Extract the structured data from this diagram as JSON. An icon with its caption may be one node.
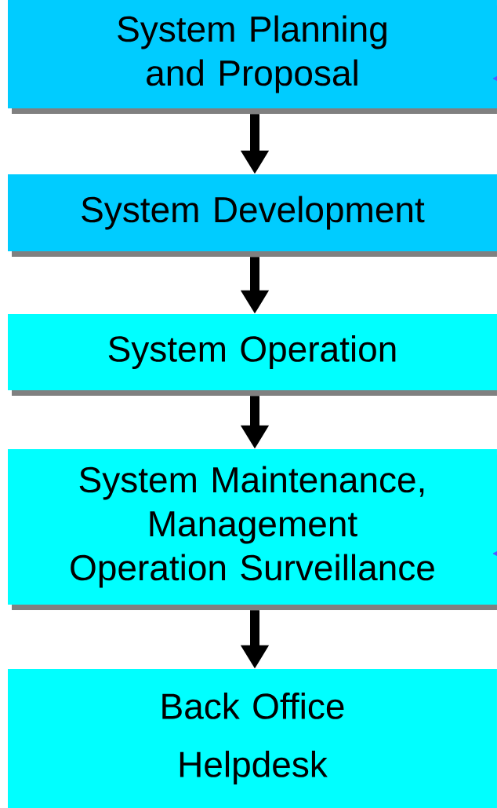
{
  "diagram": {
    "nodes": [
      {
        "text": [
          "System Planning and Proposal"
        ]
      },
      {
        "text": [
          "System Development"
        ]
      },
      {
        "text": [
          "System Operation"
        ]
      },
      {
        "text": [
          "System Maintenance,",
          "Management",
          "Operation Surveillance"
        ]
      },
      {
        "text": [
          "Back Office",
          "Helpdesk"
        ]
      }
    ],
    "edges": [
      {
        "from": 0,
        "to": 1,
        "arrow": "to"
      },
      {
        "from": 1,
        "to": 2,
        "arrow": "to"
      },
      {
        "from": 2,
        "to": 3,
        "arrow": "to"
      },
      {
        "from": 3,
        "to": 4,
        "arrow": "to"
      },
      {
        "from": null,
        "to": 0,
        "arrow": "to",
        "color": "#4f5bff"
      },
      {
        "from": null,
        "to": 3,
        "arrow": "to",
        "color": "#4f5bff"
      }
    ]
  }
}
